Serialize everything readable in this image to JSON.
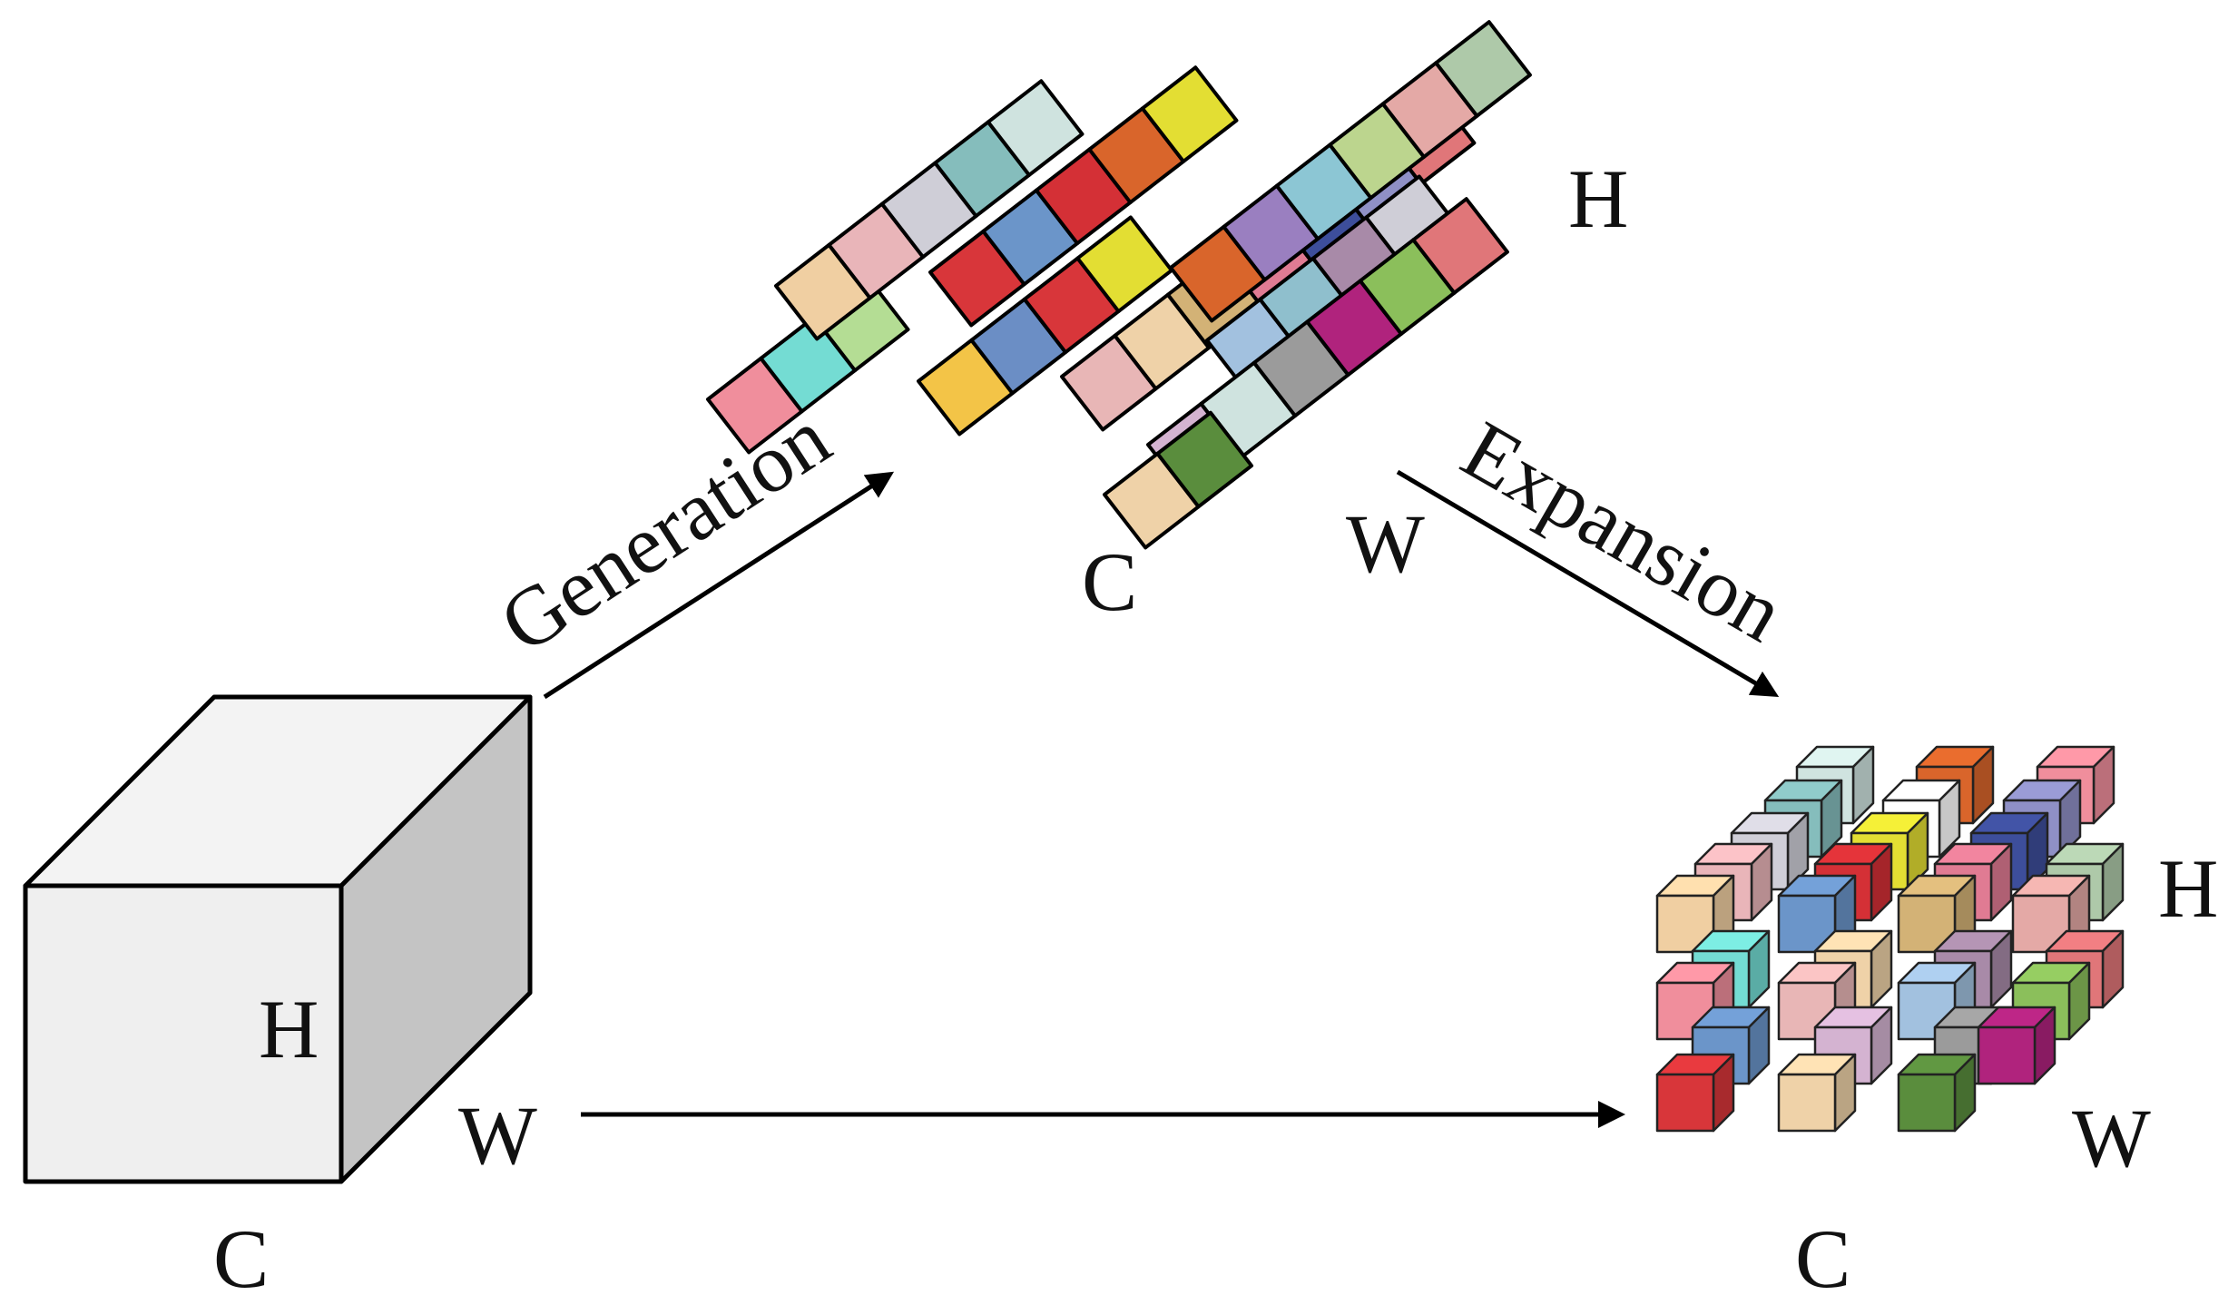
{
  "input_tensor": {
    "labels": {
      "h": "H",
      "w": "W",
      "c": "C"
    },
    "colors": {
      "front": "#efefef",
      "top": "#f3f3f3",
      "side": "#c4c4c4"
    }
  },
  "generation": {
    "label": "Generation",
    "strips": [
      [
        "#f08e9c",
        "#74dcd3",
        "#b4dd94"
      ],
      [
        "#f0cfa2",
        "#e9b5b9",
        "#cfced7",
        "#85bdbc",
        "#cfe3df"
      ],
      [
        "#d8363a",
        "#6b95c9",
        "#d43036",
        "#d9652b",
        "#e3de33"
      ],
      [
        "#f3c447",
        "#6b8ec5",
        "#d8363a",
        "#e3de33"
      ],
      [
        "#e8b6b6",
        "#efd2a8",
        "#d3b276",
        "#e07b93",
        "#3d4e9b",
        "#8f90c6",
        "#e07679"
      ],
      [
        "#d9652b",
        "#9a7fc0",
        "#8cc6d4",
        "#bcd58e",
        "#e4a9a6",
        "#aec9a9"
      ],
      [
        "#a2c1df",
        "#8fbfcd",
        "#a88aa8",
        "#cfced7"
      ],
      [
        "#d4b3d1",
        "#cfe3df",
        "#9b9b9b",
        "#b0237d",
        "#8bbf5b",
        "#e07679"
      ],
      [
        "#efd2a8",
        "#5a8d3d"
      ]
    ],
    "labels": {
      "h": "H",
      "w": "W",
      "c": "C"
    }
  },
  "expansion": {
    "label": "Expansion",
    "cube_colors": [
      [
        "#cfe3df",
        "#d9652b",
        "#f08e9c"
      ],
      [
        "#85bdbc",
        "#ffffff",
        "#8f90c6"
      ],
      [
        "#cfced7",
        "#e3de33",
        "#3d4e9b"
      ],
      [
        "#e9b5b9",
        "#d43036",
        "#e07b93",
        "#aec9a9"
      ],
      [
        "#f0cfa2",
        "#6b95c9",
        "#d3b276",
        "#e4a9a6"
      ],
      [
        "#74dcd3",
        "#efd2a8",
        "#a88aa8",
        "#e07679"
      ],
      [
        "#f08e9c",
        "#e8b6b6",
        "#a2c1df",
        "#8bbf5b"
      ],
      [
        "#6b95c9",
        "#d4b3d1",
        "#9b9b9b",
        "#b0237d"
      ],
      [
        "#d8363a",
        "#efd2a8",
        "#5a8d3d"
      ]
    ],
    "labels": {
      "h": "H",
      "w": "W",
      "c": "C"
    }
  }
}
